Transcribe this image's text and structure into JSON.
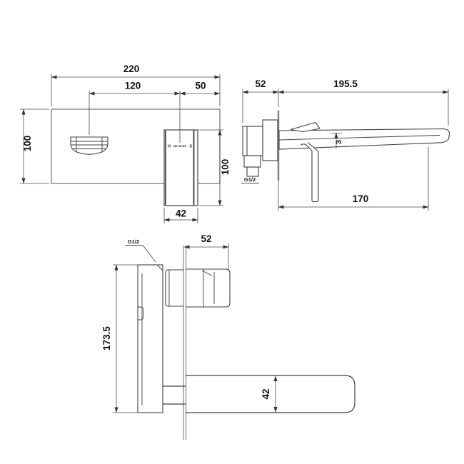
{
  "drawing": {
    "type": "technical-orthographic-views-wall-basin-mixer",
    "colors": {
      "background": "#ffffff",
      "outline": "#3f3f3f",
      "plate_outline": "#858585",
      "dimension_lines": "#4a4a4a",
      "text": "#111111"
    },
    "views": {
      "front": {
        "dim_overall_width": "220",
        "dim_spout_center_offset": "120",
        "dim_handle_center_to_edge": "50",
        "dim_plate_height": "100",
        "dim_mixer_plate_height": "100",
        "dim_mixer_plate_width": "42",
        "label_hot": "H",
        "label_brand": "METHVEN",
        "label_cold": "C"
      },
      "side": {
        "dim_inwall_depth": "52",
        "dim_spout_reach": "195.5",
        "dim_spout_taper": "3",
        "dim_outlet_reach": "170",
        "label_inlet_thread": "G1/2"
      },
      "plan": {
        "dim_body_length": "173.5",
        "dim_trim_depth": "52",
        "dim_spout_width": "42",
        "label_inlet_thread": "G1/2"
      }
    }
  }
}
